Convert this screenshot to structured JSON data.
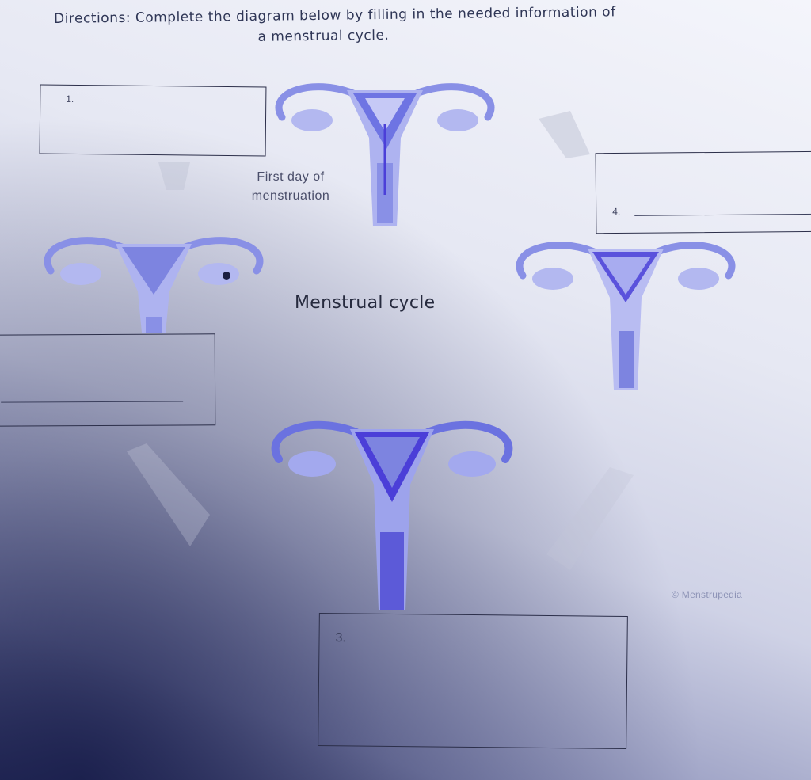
{
  "directions": {
    "line1": "Directions: Complete the diagram below by filling in the needed information of",
    "line2": "a menstrual cycle."
  },
  "diagram": {
    "title": "Menstrual cycle",
    "first_day_label_line1": "First day of",
    "first_day_label_line2": "menstruation",
    "box1_number": "1.",
    "box3_number": "3.",
    "box4_number": "4.",
    "credit": "© Menstrupedia"
  },
  "colors": {
    "uterus_light": "#9aa0e8",
    "uterus_mid": "#7d84e0",
    "uterus_dark": "#4b3fd8",
    "box_border": "#2c2f4a"
  }
}
